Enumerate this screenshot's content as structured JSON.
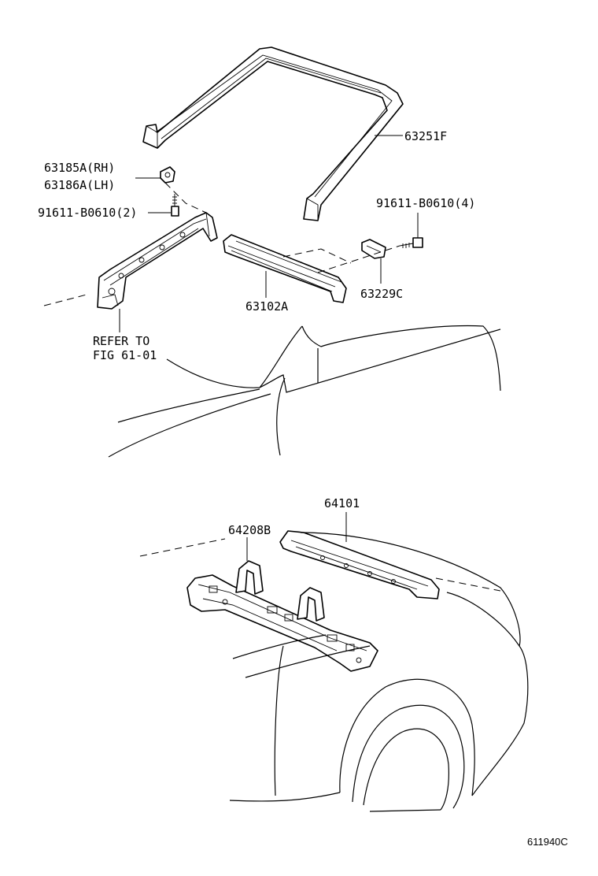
{
  "labels": {
    "roof_seal": "63251F",
    "bracket_rh": "63185A(RH)",
    "bracket_lh": "63186A(LH)",
    "bolt_2": "91611-B0610(2)",
    "bolt_4": "91611-B0610(4)",
    "retainer": "63229C",
    "header_panel": "63102A",
    "refer_line1": "REFER TO",
    "refer_line2": "FIG 61-01",
    "back_panel": "64101",
    "hoop": "64208B"
  },
  "figure_code": "611940C"
}
